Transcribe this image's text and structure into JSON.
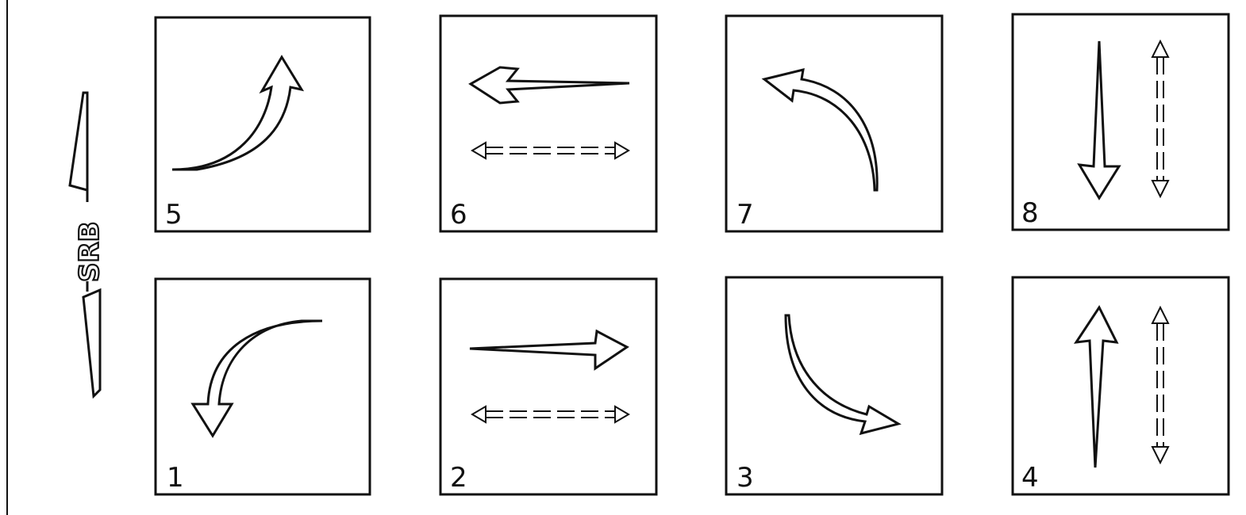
{
  "symbol": {
    "text": "SRB",
    "icon": "srb-railway-logo"
  },
  "panels": [
    {
      "label": "5",
      "icon": "curved-arrow-up-right-icon"
    },
    {
      "label": "6",
      "icon": "arrow-left-icon"
    },
    {
      "label": "7",
      "icon": "curved-arrow-up-left-icon"
    },
    {
      "label": "8",
      "icon": "arrow-down-icon"
    },
    {
      "label": "1",
      "icon": "curved-arrow-down-left-icon"
    },
    {
      "label": "2",
      "icon": "arrow-right-icon"
    },
    {
      "label": "3",
      "icon": "curved-arrow-down-right-icon"
    },
    {
      "label": "4",
      "icon": "arrow-up-icon"
    }
  ],
  "colors": {
    "ink": "#111111",
    "paper": "#ffffff"
  }
}
